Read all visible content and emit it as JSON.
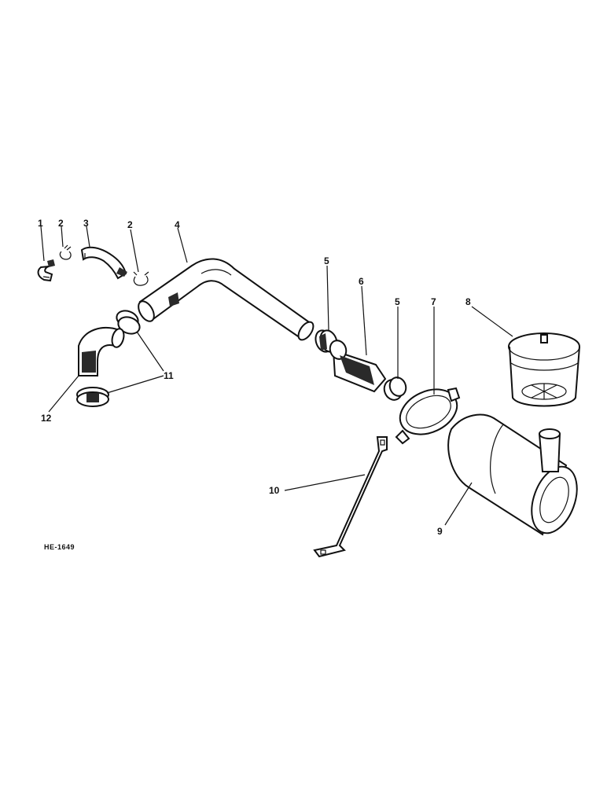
{
  "drawing": {
    "code": "HE-1649",
    "colors": {
      "ink": "#111111",
      "paper": "#ffffff"
    }
  },
  "callouts": {
    "c1": "1",
    "c2a": "2",
    "c3": "3",
    "c2b": "2",
    "c4": "4",
    "c5a": "5",
    "c6": "6",
    "c5b": "5",
    "c7": "7",
    "c8": "8",
    "c9": "9",
    "c10": "10",
    "c11": "11",
    "c12": "12"
  }
}
